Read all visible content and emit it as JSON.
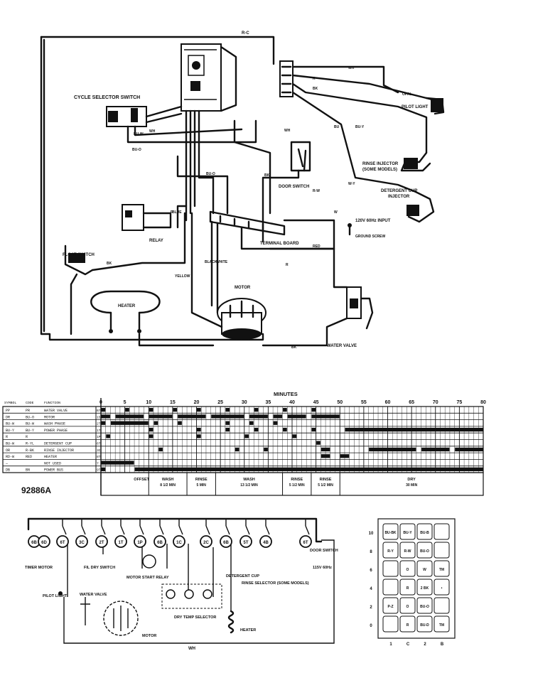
{
  "wiring": {
    "top_wire": "R-C",
    "cycle_selector": "CYCLE SELECTOR SWITCH",
    "pilot_light": "PILOT LIGHT",
    "rinse_injector": "RINSE INJECTOR",
    "rinse_injector_note": "(SOME MODELS)",
    "door_switch": "DOOR SWITCH",
    "detergent_cup": "DETERGENT CUP",
    "detergent_cup_2": "INJECTOR",
    "input": "120V 60Hz INPUT",
    "input_note": "GROUND SCREW",
    "relay": "RELAY",
    "terminal_board": "TERMINAL BOARD",
    "float_switch": "FLOAT SWITCH",
    "heater": "HEATER",
    "motor": "MOTOR",
    "water_valve": "WATER VALVE",
    "wire_labels": [
      "BU-W",
      "WH",
      "BU-O",
      "BK",
      "W",
      "R-W",
      "BU",
      "BU-Y",
      "W-Y",
      "WH",
      "R",
      "BK",
      "BLACK",
      "WHITE",
      "YELLOW",
      "BLUE",
      "RED",
      "R",
      "BK"
    ]
  },
  "timer": {
    "minutes_title": "MINUTES",
    "header_cols": [
      "SYMBOL",
      "CODE",
      "FUNCTION"
    ],
    "ticks": [
      "0",
      "5",
      "10",
      "15",
      "20",
      "25",
      "30",
      "35",
      "40",
      "45",
      "50",
      "55",
      "60",
      "65",
      "70",
      "75",
      "80"
    ],
    "tick_max": 80,
    "rows": [
      {
        "symbol": "PP",
        "code": "PR",
        "function": "WATER VALVE",
        "num": "B7",
        "bars": [
          [
            0,
            1
          ],
          [
            5,
            6
          ],
          [
            10,
            11
          ],
          [
            15,
            16
          ],
          [
            20,
            21
          ],
          [
            26,
            27
          ],
          [
            32,
            33
          ],
          [
            38,
            39
          ],
          [
            44,
            45
          ]
        ]
      },
      {
        "symbol": "DR",
        "code": "BU-O",
        "function": "MOTOR",
        "num": "15",
        "bars": [
          [
            0,
            2
          ],
          [
            3,
            9
          ],
          [
            10,
            15
          ],
          [
            16,
            22
          ],
          [
            23,
            30
          ],
          [
            31,
            35
          ],
          [
            36,
            38
          ],
          [
            39,
            43
          ],
          [
            44,
            50
          ]
        ]
      },
      {
        "symbol": "BU-W",
        "code": "BU-W",
        "function": "WASH PHASE",
        "num": "2T",
        "bars": [
          [
            0,
            1
          ],
          [
            2,
            10
          ],
          [
            11,
            12
          ],
          [
            16,
            17
          ],
          [
            26,
            27
          ],
          [
            31,
            32
          ],
          [
            36,
            37
          ]
        ]
      },
      {
        "symbol": "BU-Y",
        "code": "BU-Y",
        "function": "POWER PHASE",
        "num": "1T",
        "bars": [
          [
            10,
            11
          ],
          [
            20,
            21
          ],
          [
            26,
            27
          ],
          [
            32,
            33
          ],
          [
            38,
            39
          ],
          [
            44,
            45
          ],
          [
            51,
            80
          ]
        ]
      },
      {
        "symbol": "R",
        "code": "R",
        "function": "",
        "num": "1P",
        "bars": [
          [
            1,
            2
          ],
          [
            10,
            11
          ],
          [
            20,
            21
          ],
          [
            30,
            31
          ],
          [
            40,
            41
          ]
        ]
      },
      {
        "symbol": "BU-W",
        "code": "R-YL",
        "function": "DETERGENT CUP",
        "num": "6T",
        "bars": [
          [
            45,
            46
          ]
        ]
      },
      {
        "symbol": "OR",
        "code": "R-BK",
        "function": "RINSE INJECTOR",
        "num": "3C",
        "bars": [
          [
            12,
            13
          ],
          [
            28,
            29
          ],
          [
            34,
            35
          ],
          [
            46,
            48
          ],
          [
            56,
            66
          ],
          [
            67,
            73
          ],
          [
            74,
            80
          ]
        ]
      },
      {
        "symbol": "RD-W",
        "code": "RED",
        "function": "HEATER",
        "num": "8T",
        "bars": [
          [
            46,
            48
          ],
          [
            50,
            52
          ]
        ]
      },
      {
        "symbol": "—",
        "code": "",
        "function": "NOT USED",
        "num": "7",
        "bars": [
          [
            0,
            7
          ]
        ]
      },
      {
        "symbol": "DB",
        "code": "BN",
        "function": "POWER BUS",
        "num": "9T",
        "bars": [
          [
            0,
            1
          ],
          [
            7,
            80
          ]
        ]
      }
    ],
    "phases": [
      {
        "start": 7,
        "end": 10,
        "text": "OFFSET",
        "sub": ""
      },
      {
        "start": 10,
        "end": 18,
        "text": "WASH",
        "sub": "8 1/2 MIN"
      },
      {
        "start": 18,
        "end": 24,
        "text": "RINSE",
        "sub": "5 MIN"
      },
      {
        "start": 24,
        "end": 38,
        "text": "WASH",
        "sub": "13 1/2 MIN"
      },
      {
        "start": 38,
        "end": 44,
        "text": "RINSE",
        "sub": "5 1/2 MIN"
      },
      {
        "start": 44,
        "end": 50,
        "text": "RINSE",
        "sub": "5 1/2 MIN"
      },
      {
        "start": 50,
        "end": 80,
        "text": "DRY",
        "sub": "30 MIN"
      }
    ],
    "part_number": "92886A"
  },
  "schematic": {
    "terminals": [
      "6B",
      "6D",
      "6T",
      "3C",
      "2T",
      "1T",
      "1P",
      "6B",
      "1C",
      "2C",
      "6B",
      "5T",
      "4B",
      "6T"
    ],
    "timer_motor": "TIMER MOTOR",
    "fil_dry": "FIL DRY SWITCH",
    "motor_start": "MOTOR START RELAY",
    "detergent": "DETERGENT CUP",
    "rinse_sel": "RINSE SELECTOR (SOME MODELS)",
    "dry_temp": "DRY TEMP SELECTOR",
    "pilot": "PILOT LIGHT",
    "water_valve": "WATER VALVE",
    "motor": "MOTOR",
    "heater": "HEATER",
    "door": "DOOR SWITCH",
    "input": "115V 60Hz",
    "bottom_wire": "WH"
  },
  "grid": {
    "row_labels": [
      "10",
      "8",
      "6",
      "4",
      "2",
      "0"
    ],
    "col_labels": [
      "1",
      "C",
      "2",
      "B"
    ],
    "cells": [
      [
        "BU-BK",
        "BU-Y",
        "BU-B",
        ""
      ],
      [
        "R-Y",
        "R-W",
        "BU-O",
        ""
      ],
      [
        "",
        "O",
        "W",
        "TM"
      ],
      [
        "",
        "R",
        "2 BK",
        "•"
      ],
      [
        "P-Z",
        "O",
        "BU-O",
        ""
      ],
      [
        "",
        "R",
        "BU-D",
        "TM"
      ]
    ]
  }
}
